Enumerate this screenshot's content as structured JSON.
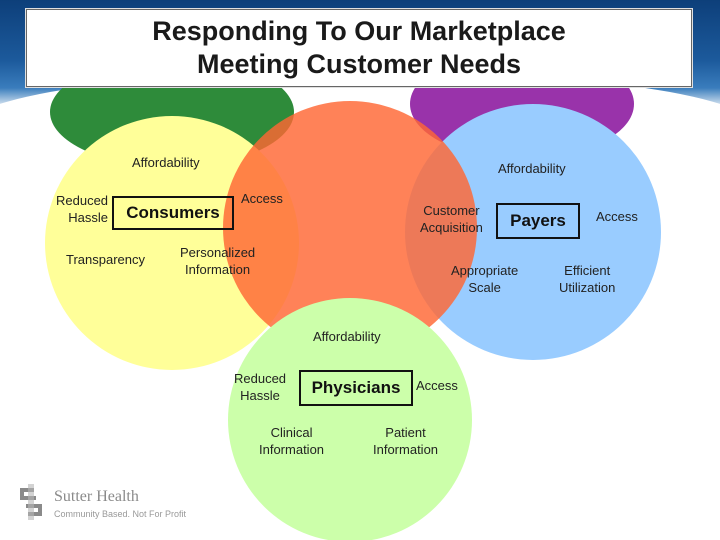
{
  "title": {
    "line1": "Responding To Our Marketplace",
    "line2": "Meeting Customer Needs"
  },
  "colors": {
    "consumers_circle": "#ffff99",
    "payers_circle": "#99ccff",
    "physicians_circle": "#ccffaa",
    "access_circle": "#ff6633",
    "green_accent": "#2e8b3a",
    "purple_accent": "#9933aa",
    "header_blue": "#1c5a9c"
  },
  "diagram": {
    "consumers": {
      "label": "Consumers",
      "affordability": "Affordability",
      "reduced_hassle": [
        "Reduced",
        "Hassle"
      ],
      "transparency": "Transparency",
      "personalized_information": [
        "Personalized",
        "Information"
      ]
    },
    "access_center": {
      "label": "Access"
    },
    "payers": {
      "label": "Payers",
      "affordability": "Affordability",
      "customer_acquisition": [
        "Customer",
        "Acquisition"
      ],
      "access": "Access",
      "appropriate_scale": [
        "Appropriate",
        "Scale"
      ],
      "efficient_utilization": [
        "Efficient",
        "Utilization"
      ]
    },
    "physicians": {
      "label": "Physicians",
      "affordability": "Affordability",
      "reduced_hassle": [
        "Reduced",
        "Hassle"
      ],
      "access": "Access",
      "clinical_information": [
        "Clinical",
        "Information"
      ],
      "patient_information": [
        "Patient",
        "Information"
      ]
    }
  },
  "logo": {
    "icon": "sutter-health-logo-icon",
    "name": "Sutter Health",
    "tagline": "Community Based. Not For Profit"
  }
}
